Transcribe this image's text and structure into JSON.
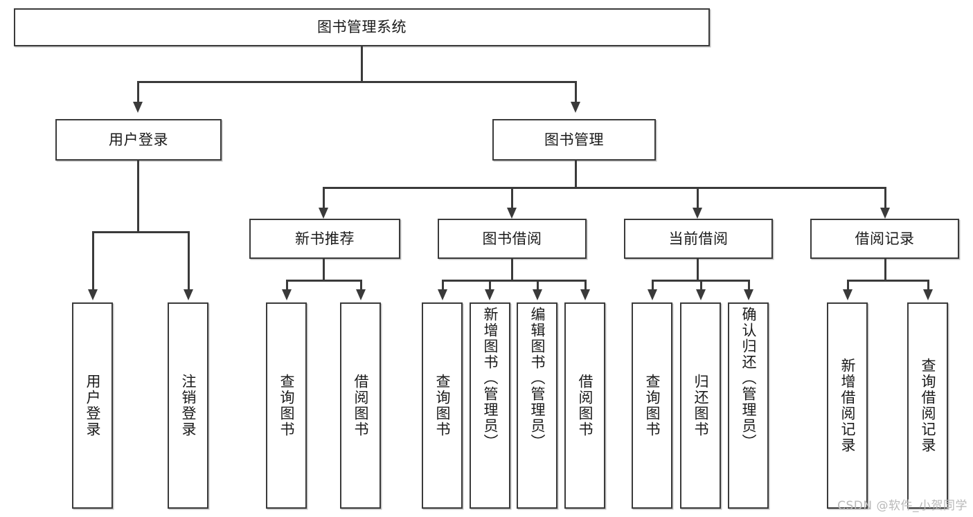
{
  "diagram": {
    "type": "tree",
    "title": "图书管理系统",
    "root": {
      "id": "root",
      "label": "图书管理系统"
    },
    "level1": [
      {
        "id": "user-login",
        "label": "用户登录"
      },
      {
        "id": "book-manage",
        "label": "图书管理"
      }
    ],
    "level2": [
      {
        "id": "new-book-recommend",
        "label": "新书推荐",
        "parent": "book-manage"
      },
      {
        "id": "book-borrow",
        "label": "图书借阅",
        "parent": "book-manage"
      },
      {
        "id": "current-borrow",
        "label": "当前借阅",
        "parent": "book-manage"
      },
      {
        "id": "borrow-record",
        "label": "借阅记录",
        "parent": "book-manage"
      }
    ],
    "leaves": {
      "user-login": [
        {
          "id": "leaf-user-login",
          "label": "用户登录"
        },
        {
          "id": "leaf-logout",
          "label": "注销登录"
        }
      ],
      "new-book-recommend": [
        {
          "id": "leaf-query-book-1",
          "label": "查询图书"
        },
        {
          "id": "leaf-borrow-book-1",
          "label": "借阅图书"
        }
      ],
      "book-borrow": [
        {
          "id": "leaf-query-book-2",
          "label": "查询图书"
        },
        {
          "id": "leaf-add-book",
          "label": "新增图书（管理员）"
        },
        {
          "id": "leaf-edit-book",
          "label": "编辑图书（管理员）"
        },
        {
          "id": "leaf-borrow-book-2",
          "label": "借阅图书"
        }
      ],
      "current-borrow": [
        {
          "id": "leaf-query-book-3",
          "label": "查询图书"
        },
        {
          "id": "leaf-return-book",
          "label": "归还图书"
        },
        {
          "id": "leaf-confirm-return",
          "label": "确认归还（管理员）"
        }
      ],
      "borrow-record": [
        {
          "id": "leaf-add-record",
          "label": "新增借阅记录"
        },
        {
          "id": "leaf-query-record",
          "label": "查询借阅记录"
        }
      ]
    }
  },
  "watermark": {
    "text": "CSDN @软件_小贺同学"
  },
  "colors": {
    "stroke": "#3a3a3a",
    "fill": "#ffffff",
    "text": "#1a1a1a",
    "watermark": "#b9b9b9"
  }
}
